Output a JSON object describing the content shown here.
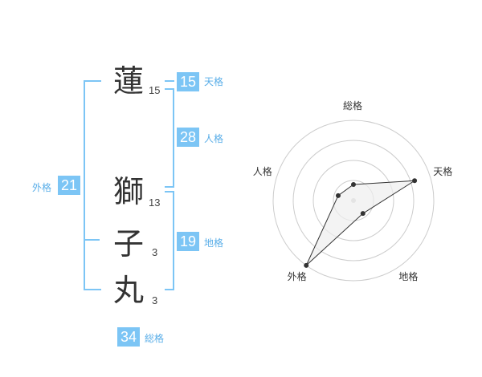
{
  "name": {
    "chars": [
      {
        "char": "蓮",
        "strokes": "15"
      },
      {
        "char": "獅",
        "strokes": "13"
      },
      {
        "char": "子",
        "strokes": "3"
      },
      {
        "char": "丸",
        "strokes": "3"
      }
    ]
  },
  "kaku": {
    "tenkaku": {
      "value": "15",
      "label": "天格"
    },
    "jinkaku": {
      "value": "28",
      "label": "人格"
    },
    "chikaku": {
      "value": "19",
      "label": "地格"
    },
    "gaikaku": {
      "value": "21",
      "label": "外格"
    },
    "soukaku": {
      "value": "34",
      "label": "総格"
    }
  },
  "chart_data": {
    "type": "radar",
    "axes": [
      "総格",
      "天格",
      "地格",
      "外格",
      "人格"
    ],
    "values": [
      1,
      4,
      1,
      5,
      1
    ],
    "max": 5,
    "rings": 4,
    "colors": {
      "fill": "#eeeeee",
      "line": "#333333",
      "grid": "#cccccc",
      "accent": "#7cc5f5"
    }
  },
  "colors": {
    "accent": "#7cc5f5",
    "accent_text": "#5aaee8"
  }
}
